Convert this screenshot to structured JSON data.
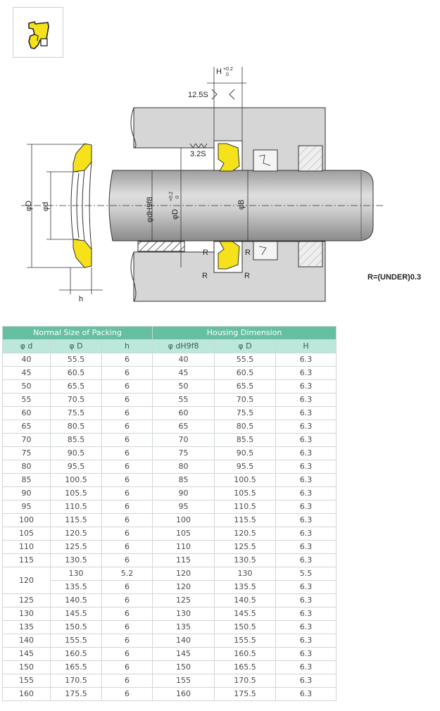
{
  "diagram": {
    "labels": {
      "h_dim": "H",
      "h_tol_upper": "+0.2",
      "h_tol_lower": "0",
      "finish_top": "12.5S",
      "finish_groove": "3.2S",
      "phi_D": "φD",
      "phi_d": "φd",
      "h": "h",
      "phi_d_fit": "φdH9f8",
      "phi_D_housing": "φD",
      "D_tol_upper": "+0.2",
      "D_tol_lower": "0",
      "phi_B": "φB",
      "r1": "R",
      "r2": "R",
      "r3": "R",
      "r4": "R",
      "radius_note": "R=(UNDER)0.3"
    },
    "colors": {
      "seal": "#f5e21a",
      "housing": "#d8d8d8",
      "rod": "#c9c9c9",
      "outline": "#333333"
    }
  },
  "table": {
    "groups": [
      "Normal Size of Packing",
      "Housing Dimension"
    ],
    "columns": [
      "φ d",
      "φ D",
      "h",
      "φ dH9f8",
      "φ D",
      "H"
    ],
    "rows": [
      [
        "40",
        "55.5",
        "6",
        "40",
        "55.5",
        "6.3"
      ],
      [
        "45",
        "60.5",
        "6",
        "45",
        "60.5",
        "6.3"
      ],
      [
        "50",
        "65.5",
        "6",
        "50",
        "65.5",
        "6.3"
      ],
      [
        "55",
        "70.5",
        "6",
        "55",
        "70.5",
        "6.3"
      ],
      [
        "60",
        "75.5",
        "6",
        "60",
        "75.5",
        "6.3"
      ],
      [
        "65",
        "80.5",
        "6",
        "65",
        "80.5",
        "6.3"
      ],
      [
        "70",
        "85.5",
        "6",
        "70",
        "85.5",
        "6.3"
      ],
      [
        "75",
        "90.5",
        "6",
        "75",
        "90.5",
        "6.3"
      ],
      [
        "80",
        "95.5",
        "6",
        "80",
        "95.5",
        "6.3"
      ],
      [
        "85",
        "100.5",
        "6",
        "85",
        "100.5",
        "6.3"
      ],
      [
        "90",
        "105.5",
        "6",
        "90",
        "105.5",
        "6.3"
      ],
      [
        "95",
        "110.5",
        "6",
        "95",
        "110.5",
        "6.3"
      ],
      [
        "100",
        "115.5",
        "6",
        "100",
        "115.5",
        "6.3"
      ],
      [
        "105",
        "120.5",
        "6",
        "105",
        "120.5",
        "6.3"
      ],
      [
        "110",
        "125.5",
        "6",
        "110",
        "125.5",
        "6.3"
      ],
      [
        "115",
        "130.5",
        "6",
        "115",
        "130.5",
        "6.3"
      ],
      [
        "120",
        "130",
        "5.2",
        "120",
        "130",
        "5.5"
      ],
      [
        "",
        "135.5",
        "6",
        "120",
        "135.5",
        "6.3"
      ],
      [
        "125",
        "140.5",
        "6",
        "125",
        "140.5",
        "6.3"
      ],
      [
        "130",
        "145.5",
        "6",
        "130",
        "145.5",
        "6.3"
      ],
      [
        "135",
        "150.5",
        "6",
        "135",
        "150.5",
        "6.3"
      ],
      [
        "140",
        "155.5",
        "6",
        "140",
        "155.5",
        "6.3"
      ],
      [
        "145",
        "160.5",
        "6",
        "145",
        "160.5",
        "6.3"
      ],
      [
        "150",
        "165.5",
        "6",
        "150",
        "165.5",
        "6.3"
      ],
      [
        "155",
        "170.5",
        "6",
        "155",
        "170.5",
        "6.3"
      ],
      [
        "160",
        "175.5",
        "6",
        "160",
        "175.5",
        "6.3"
      ]
    ],
    "merged_rows": [
      {
        "row": 16,
        "rowspan": 2
      }
    ]
  }
}
